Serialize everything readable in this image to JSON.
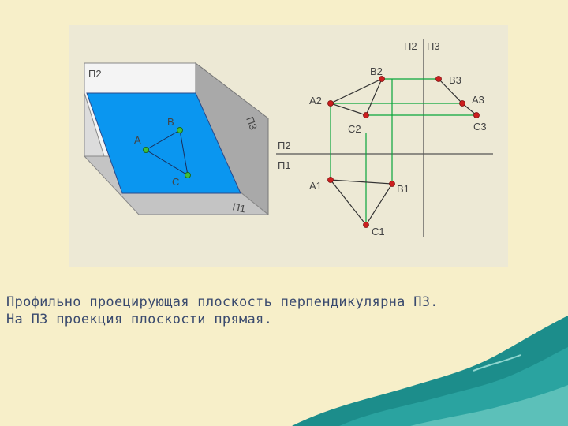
{
  "figure": {
    "plane_labels_3d": {
      "pi2": "П2",
      "pi3": "П3",
      "pi1": "П1"
    },
    "points_3d": {
      "A": "A",
      "B": "B",
      "C": "C"
    },
    "axis_labels": {
      "p2": "П2",
      "p3": "П3",
      "p2_left": "П2",
      "p1_left": "П1"
    },
    "proj_labels": {
      "A2": "A2",
      "B2": "B2",
      "C2": "C2",
      "A3": "A3",
      "B3": "B3",
      "C3": "C3",
      "A1": "A1",
      "B1": "B1",
      "C1": "C1"
    }
  },
  "caption": {
    "line1": "Профильно проецирующая плоскость перпендикулярна П3.",
    "line2": "На П3 проекция плоскости прямая."
  },
  "colors": {
    "page_bg": "#f7efc9",
    "panel_bg": "#ede9d5",
    "blue_plane": "#0a96f0",
    "proj_green": "#0aa63a",
    "point_red": "#cc1f1f",
    "point_green": "#3fbf3a",
    "text_blue": "#3a4a6e"
  }
}
